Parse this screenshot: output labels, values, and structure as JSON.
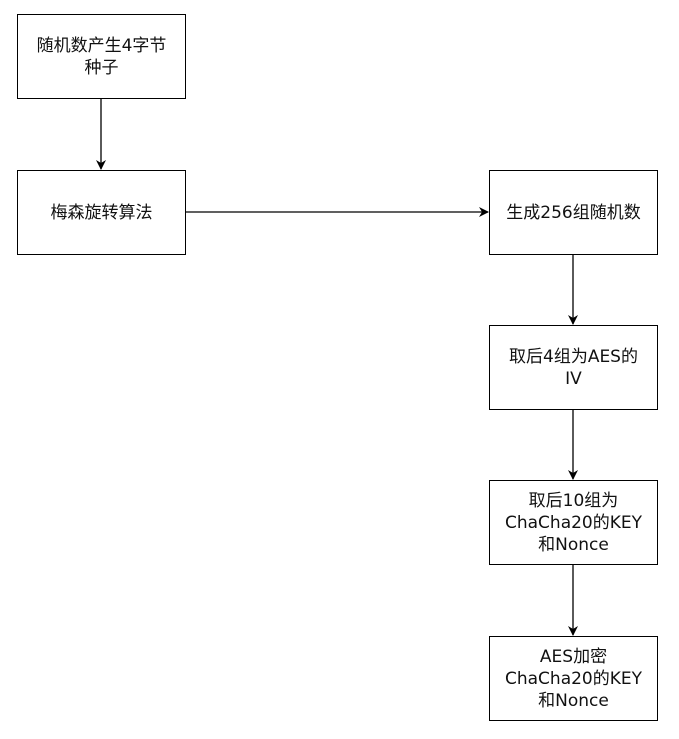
{
  "diagram": {
    "type": "flowchart",
    "nodes": [
      {
        "id": "n1",
        "label": "随机数产生4字节\n种子"
      },
      {
        "id": "n2",
        "label": "梅森旋转算法"
      },
      {
        "id": "n3",
        "label": "生成256组随机数"
      },
      {
        "id": "n4",
        "label": "取后4组为AES的\nIV"
      },
      {
        "id": "n5",
        "label": "取后10组为\nChaCha20的KEY\n和Nonce"
      },
      {
        "id": "n6",
        "label": "AES加密\nChaCha20的KEY\n和Nonce"
      }
    ],
    "edges": [
      {
        "from": "n1",
        "to": "n2"
      },
      {
        "from": "n2",
        "to": "n3"
      },
      {
        "from": "n3",
        "to": "n4"
      },
      {
        "from": "n4",
        "to": "n5"
      },
      {
        "from": "n5",
        "to": "n6"
      }
    ],
    "colors": {
      "stroke": "#000000",
      "fill": "#ffffff",
      "text": "#111111"
    }
  }
}
